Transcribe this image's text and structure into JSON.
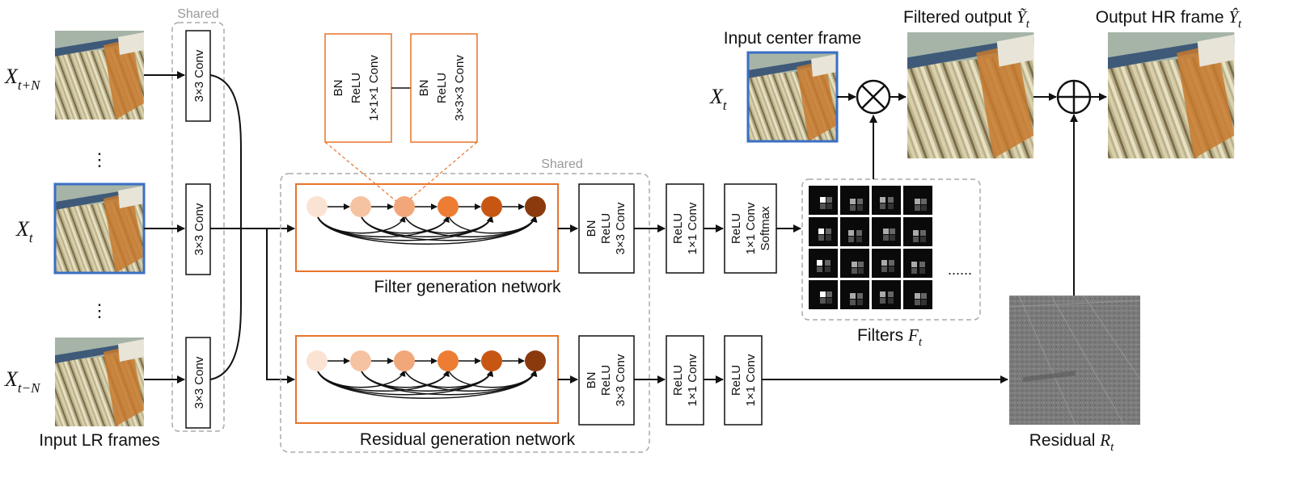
{
  "diagram": {
    "input_lr_frames": "Input LR frames",
    "frame_labels": {
      "top": "X",
      "top_sub": "t+N",
      "mid": "X",
      "mid_sub": "t",
      "bot": "X",
      "bot_sub": "t−N"
    },
    "dots": "⋮",
    "shared_left": "Shared",
    "shared_mid": "Shared",
    "conv3x3": "3×3 Conv",
    "inset_block1": [
      "BN",
      "ReLU",
      "1×1×1 Conv"
    ],
    "inset_block2": [
      "BN",
      "ReLU",
      "3×3×3 Conv"
    ],
    "filter_net_label": "Filter generation network",
    "residual_net_label": "Residual generation network",
    "bn_relu_conv": [
      "BN",
      "ReLU",
      "3×3 Conv"
    ],
    "relu_1x1": [
      "ReLU",
      "1×1 Conv"
    ],
    "relu_1x1_softmax": [
      "ReLU",
      "1×1 Conv",
      "Softmax"
    ],
    "input_center_frame": "Input center frame",
    "center_x": "X",
    "center_x_sub": "t",
    "filtered_output": "Filtered output ",
    "filtered_sym": "Ỹ",
    "filtered_sub": "t",
    "output_hr": "Output HR frame ",
    "output_sym": "Ŷ",
    "output_sub": "t",
    "filters_label": "Filters ",
    "filters_sym": "F",
    "filters_sub": "t",
    "filters_ellipsis": "......",
    "residual_label": "Residual ",
    "residual_sym": "R",
    "residual_sub": "t",
    "node_colors": [
      "#fbe3d3",
      "#f6c3a2",
      "#f2a77b",
      "#ec7d33",
      "#c75612",
      "#8b3a0e"
    ],
    "accent_orange": "#e8742a",
    "frame_blue": "#3a6fc4"
  }
}
